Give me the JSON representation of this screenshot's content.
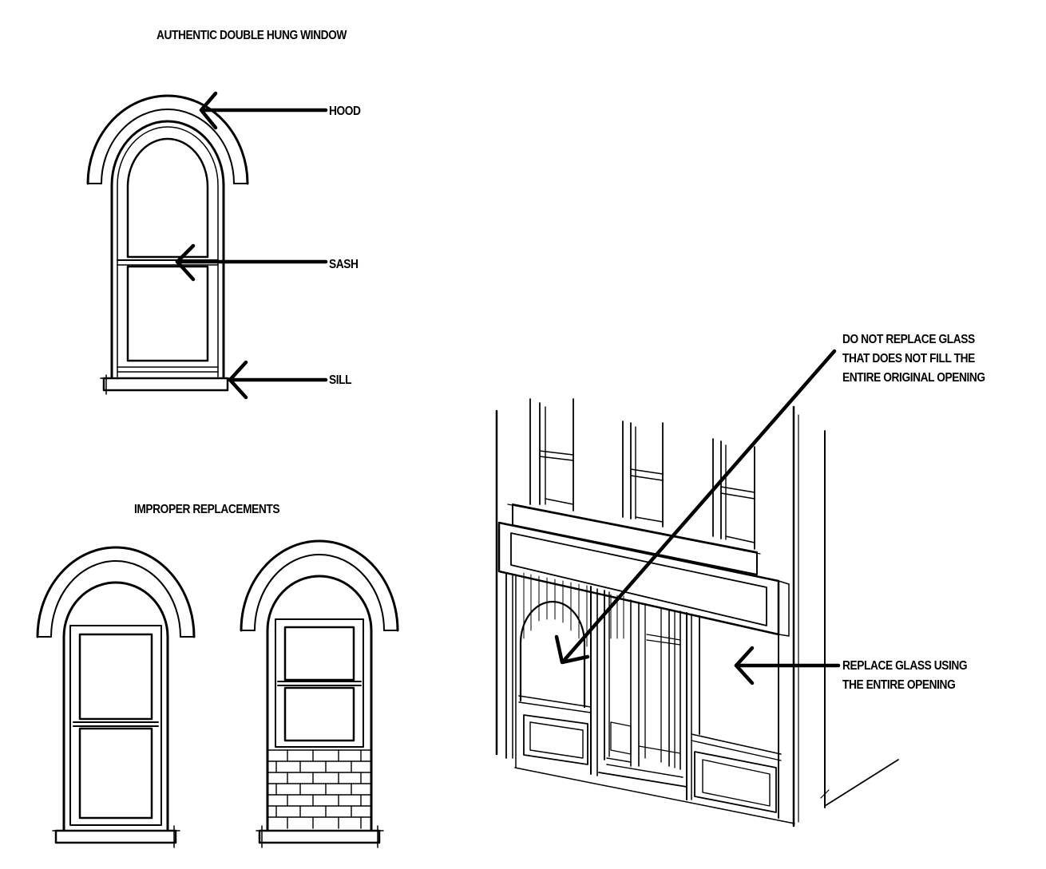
{
  "titles": {
    "authentic": "AUTHENTIC DOUBLE HUNG WINDOW",
    "improper": "IMPROPER REPLACEMENTS"
  },
  "callouts": {
    "hood": "HOOD",
    "sash": "SASH",
    "sill": "SILL",
    "do_not_replace": [
      "DO NOT REPLACE GLASS",
      "THAT DOES NOT FILL THE",
      "ENTIRE ORIGINAL OPENING"
    ],
    "replace_using": [
      "REPLACE GLASS USING",
      "THE ENTIRE OPENING"
    ]
  },
  "colors": {
    "ink": "#000000",
    "paper": "#ffffff"
  }
}
